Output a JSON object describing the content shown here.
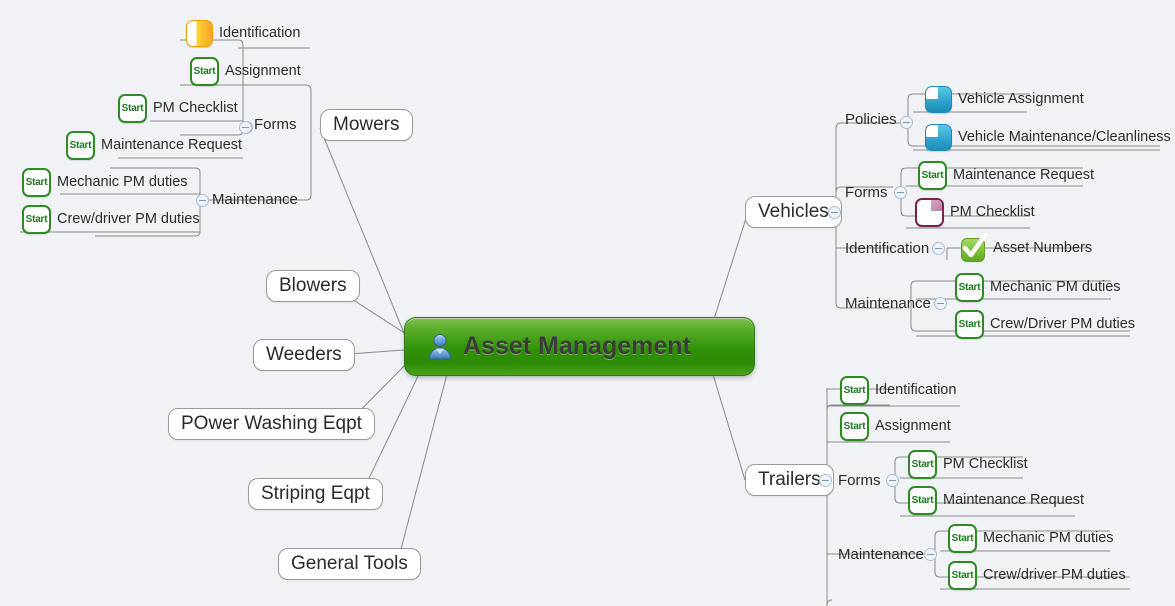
{
  "background": "#f0f2f6",
  "accent_green": "#2f9206",
  "central": {
    "label": "Asset Management",
    "icon": "person-icon"
  },
  "branches": {
    "mowers": {
      "label": "Mowers",
      "groups": [
        {
          "label": "Forms",
          "items": [
            {
              "label": "Identification",
              "icon": "identification-icon"
            },
            {
              "label": "Assignment",
              "icon": "start-icon"
            },
            {
              "label": "PM Checklist",
              "icon": "start-icon"
            },
            {
              "label": "Maintenance Request",
              "icon": "start-icon"
            }
          ]
        },
        {
          "label": "Maintenance",
          "items": [
            {
              "label": "Mechanic PM duties",
              "icon": "start-icon"
            },
            {
              "label": "Crew/driver PM duties",
              "icon": "start-icon"
            }
          ]
        }
      ]
    },
    "vehicles": {
      "label": "Vehicles",
      "groups": [
        {
          "label": "Policies",
          "items": [
            {
              "label": "Vehicle Assignment",
              "icon": "blue-square-icon"
            },
            {
              "label": "Vehicle Maintenance/Cleanliness",
              "icon": "blue-square-icon"
            }
          ]
        },
        {
          "label": "Forms",
          "items": [
            {
              "label": "Maintenance Request",
              "icon": "start-icon"
            },
            {
              "label": "PM Checklist",
              "icon": "maroon-square-icon"
            }
          ]
        },
        {
          "label": "Identification",
          "items": [
            {
              "label": "Asset Numbers",
              "icon": "green-check-icon"
            }
          ]
        },
        {
          "label": "Maintenance",
          "items": [
            {
              "label": "Mechanic PM duties",
              "icon": "start-icon"
            },
            {
              "label": "Crew/Driver PM duties",
              "icon": "start-icon"
            }
          ]
        }
      ]
    },
    "trailers": {
      "label": "Trailers",
      "direct_items": [
        {
          "label": "Identification",
          "icon": "start-icon"
        },
        {
          "label": "Assignment",
          "icon": "start-icon"
        }
      ],
      "groups": [
        {
          "label": "Forms",
          "items": [
            {
              "label": "PM Checklist",
              "icon": "start-icon"
            },
            {
              "label": "Maintenance Request",
              "icon": "start-icon"
            }
          ]
        },
        {
          "label": "Maintenance",
          "items": [
            {
              "label": "Mechanic PM duties",
              "icon": "start-icon"
            },
            {
              "label": "Crew/driver PM duties",
              "icon": "start-icon"
            }
          ]
        }
      ]
    }
  },
  "leaf_branches": [
    {
      "label": "Blowers"
    },
    {
      "label": "Weeders"
    },
    {
      "label": "POwer Washing Eqpt"
    },
    {
      "label": "Striping Eqpt"
    },
    {
      "label": "General Tools"
    }
  ],
  "icon_text": {
    "start_badge": "Start"
  }
}
